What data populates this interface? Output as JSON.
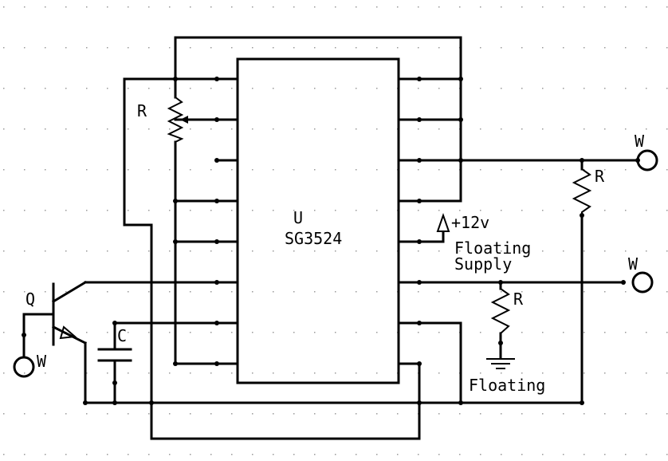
{
  "schematic": {
    "ic": {
      "ref": "U",
      "part": "SG3524"
    },
    "potentiometer": {
      "ref": "R"
    },
    "transistor": {
      "ref": "Q"
    },
    "capacitor": {
      "ref": "C"
    },
    "resistor_top": {
      "ref": "R"
    },
    "resistor_mid": {
      "ref": "R"
    },
    "terminal_top": {
      "label": "W"
    },
    "terminal_mid": {
      "label": "W"
    },
    "terminal_left": {
      "label": "W"
    },
    "supply": {
      "voltage": "+12v",
      "line1": "Floating",
      "line2": "Supply"
    },
    "ground": {
      "label": "Floating"
    }
  }
}
